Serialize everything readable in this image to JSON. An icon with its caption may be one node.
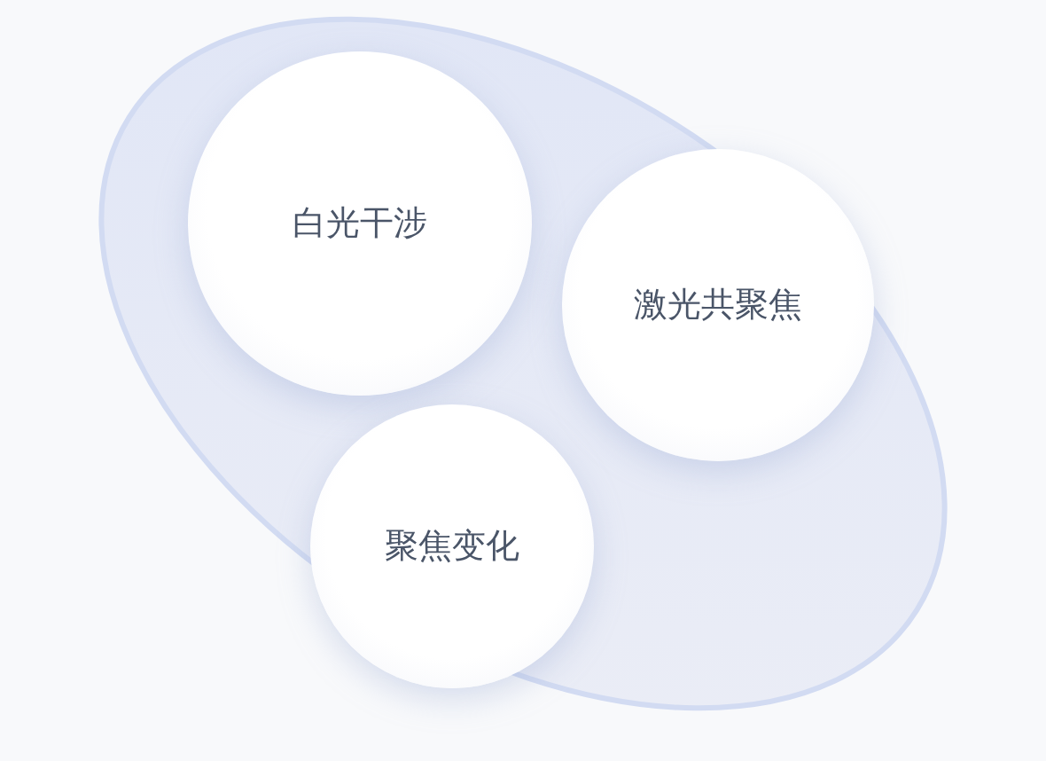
{
  "diagram": {
    "nodes": [
      {
        "text": [],
        "shape": "ellipse"
      },
      {
        "text": [
          "白光干涉"
        ],
        "in": 0
      },
      {
        "text": [
          "激光共聚焦"
        ],
        "in": 0
      },
      {
        "text": [
          "聚焦变化"
        ],
        "in": 0
      }
    ]
  }
}
